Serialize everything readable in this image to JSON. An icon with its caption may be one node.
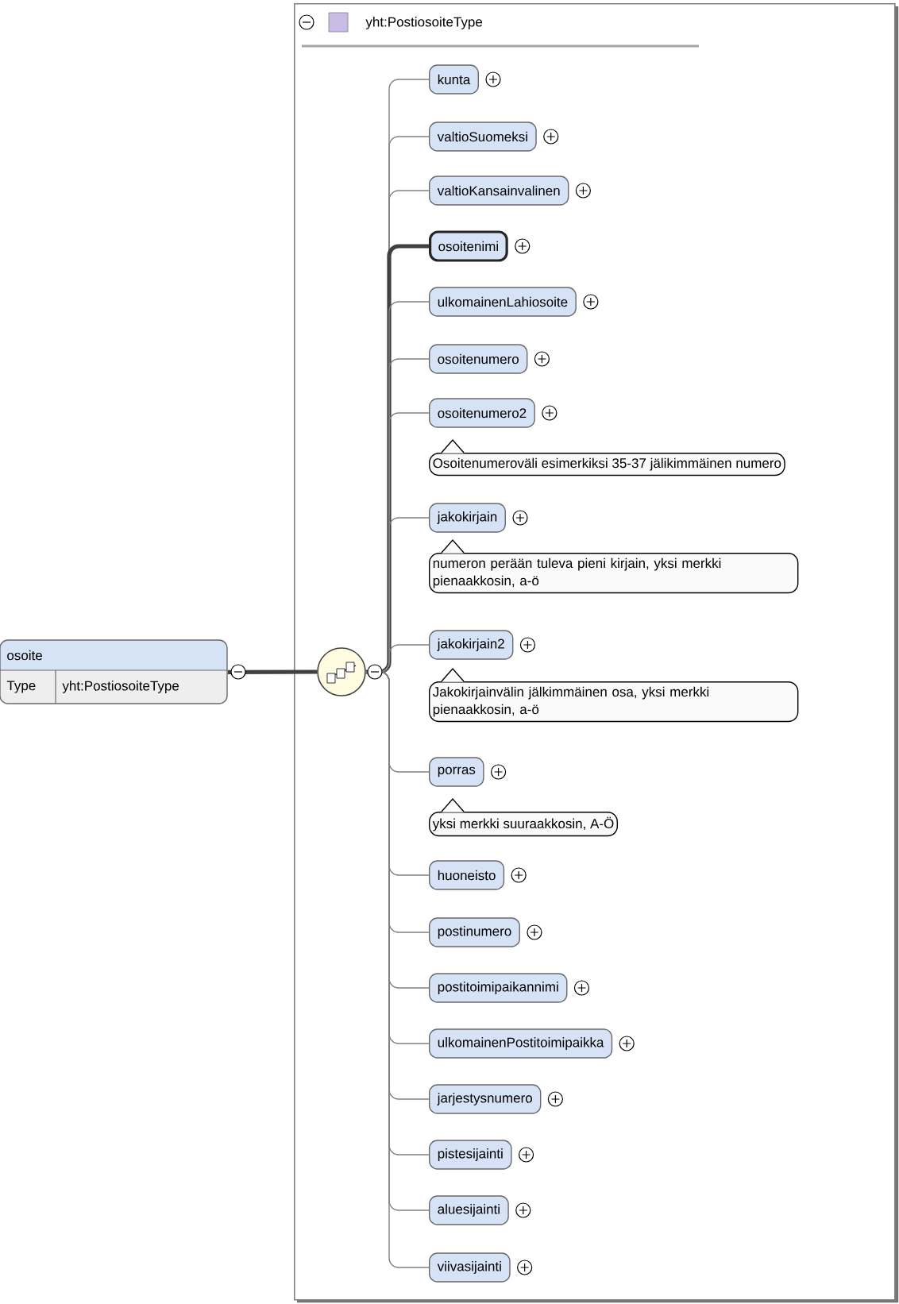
{
  "diagram": {
    "nodes": [
      {
        "text": [
          "osoite",
          "Type",
          "yht:PostiosoiteType"
        ]
      },
      {
        "text": [
          "yht:PostiosoiteType"
        ]
      },
      {
        "text": [],
        "shape": "circle",
        "in": 1
      },
      {
        "text": [
          "kunta"
        ],
        "in": 1
      },
      {
        "text": [
          "valtioSuomeksi"
        ],
        "in": 1
      },
      {
        "text": [
          "valtioKansainvalinen"
        ],
        "in": 1
      },
      {
        "text": [
          "osoitenimi"
        ],
        "in": 1
      },
      {
        "text": [
          "ulkomainenLahiosoite"
        ],
        "in": 1
      },
      {
        "text": [
          "osoitenumero"
        ],
        "in": 1
      },
      {
        "text": [
          "osoitenumero2"
        ],
        "in": 1
      },
      {
        "text": [
          "Osoitenumeroväli esimerkiksi 35-37 jälikimmäinen numero"
        ],
        "in": 1
      },
      {
        "text": [
          "jakokirjain"
        ],
        "in": 1
      },
      {
        "text": [
          "numeron perään tuleva pieni kirjain, yksi merkki pienaakkosin, a-ö"
        ],
        "in": 1
      },
      {
        "text": [
          "jakokirjain2"
        ],
        "in": 1
      },
      {
        "text": [
          "Jakokirjainvälin jälkimmäinen osa, yksi merkki pienaakkosin, a-ö"
        ],
        "in": 1
      },
      {
        "text": [
          "porras"
        ],
        "in": 1
      },
      {
        "text": [
          "yksi merkki suuraakkosin, A-Ö"
        ],
        "in": 1
      },
      {
        "text": [
          "huoneisto"
        ],
        "in": 1
      },
      {
        "text": [
          "postinumero"
        ],
        "in": 1
      },
      {
        "text": [
          "postitoimipaikannimi"
        ],
        "in": 1
      },
      {
        "text": [
          "ulkomainenPostitoimipaikka"
        ],
        "in": 1
      },
      {
        "text": [
          "jarjestysnumero"
        ],
        "in": 1
      },
      {
        "text": [
          "pistesijainti"
        ],
        "in": 1
      },
      {
        "text": [
          "aluesijainti"
        ],
        "in": 1
      },
      {
        "text": [
          "viivasijainti"
        ],
        "in": 1
      }
    ],
    "edges": [
      {
        "from": 0,
        "to": 2,
        "arrow": "none",
        "style": "thick"
      },
      {
        "from": 2,
        "to": 3,
        "arrow": "none"
      },
      {
        "from": 2,
        "to": 4,
        "arrow": "none"
      },
      {
        "from": 2,
        "to": 5,
        "arrow": "none"
      },
      {
        "from": 2,
        "to": 6,
        "arrow": "none",
        "style": "thick"
      },
      {
        "from": 2,
        "to": 7,
        "arrow": "none"
      },
      {
        "from": 2,
        "to": 8,
        "arrow": "none"
      },
      {
        "from": 2,
        "to": 9,
        "arrow": "none"
      },
      {
        "from": 2,
        "to": 11,
        "arrow": "none"
      },
      {
        "from": 2,
        "to": 13,
        "arrow": "none"
      },
      {
        "from": 2,
        "to": 15,
        "arrow": "none"
      },
      {
        "from": 2,
        "to": 17,
        "arrow": "none"
      },
      {
        "from": 2,
        "to": 18,
        "arrow": "none"
      },
      {
        "from": 2,
        "to": 19,
        "arrow": "none"
      },
      {
        "from": 2,
        "to": 20,
        "arrow": "none"
      },
      {
        "from": 2,
        "to": 21,
        "arrow": "none"
      },
      {
        "from": 2,
        "to": 22,
        "arrow": "none"
      },
      {
        "from": 2,
        "to": 23,
        "arrow": "none"
      },
      {
        "from": 2,
        "to": 24,
        "arrow": "none"
      }
    ]
  }
}
